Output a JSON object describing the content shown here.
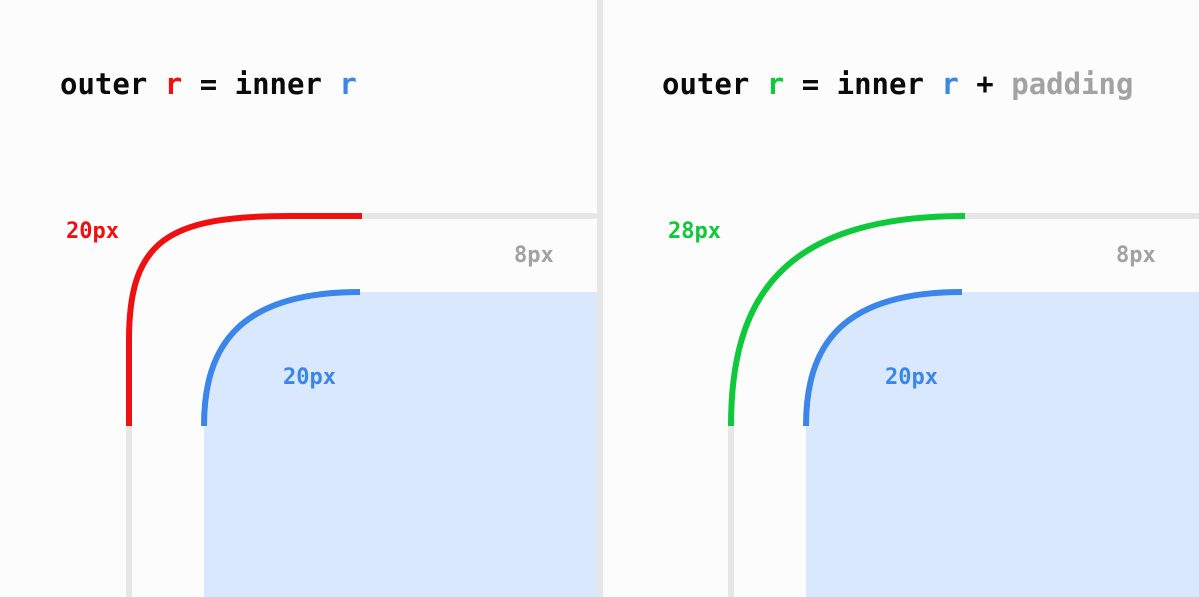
{
  "colors": {
    "background": "#fcfcfc",
    "divider": "#e6e6e6",
    "red": "#ee1111",
    "green": "#10c83c",
    "blue": "#3b86e8",
    "blue_fill": "#d9e8fc",
    "gray": "#a2a2a2",
    "text": "#0b0b0b"
  },
  "left_panel": {
    "formula": {
      "part1": "outer ",
      "outer_r": "r",
      "part2": " = inner ",
      "inner_r": "r"
    },
    "outer_radius_label": "20px",
    "padding_label": "8px",
    "inner_radius_label": "20px"
  },
  "right_panel": {
    "formula": {
      "part1": "outer ",
      "outer_r": "r",
      "part2": " = inner ",
      "inner_r": "r",
      "part3": " + ",
      "padding": "padding"
    },
    "outer_radius_label": "28px",
    "padding_label": "8px",
    "inner_radius_label": "20px"
  }
}
